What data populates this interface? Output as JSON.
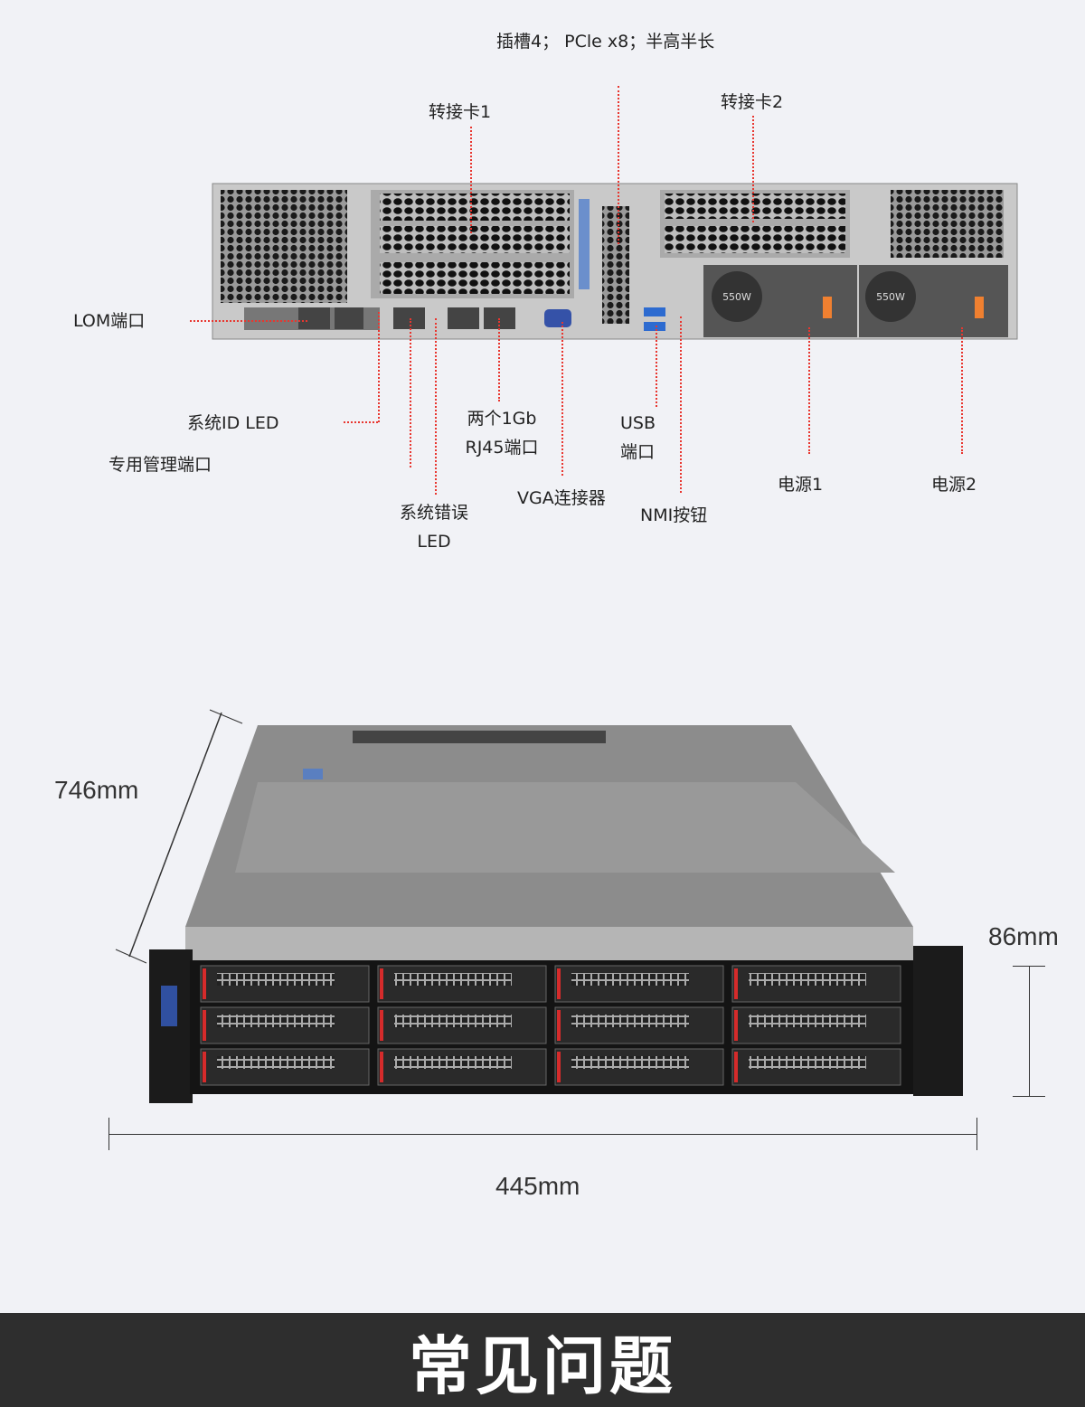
{
  "rear_labels": {
    "slot": "插槽4； PCle x8；半高半长",
    "riser1": "转接卡1",
    "riser2": "转接卡2",
    "lom": "LOM端口",
    "system_id_led": "系统ID LED",
    "mgmt_port": "专用管理端口",
    "rj45_line1": "两个1Gb",
    "rj45_line2": "RJ45端口",
    "usb_line1": "USB",
    "usb_line2": "端口",
    "vga": "VGA连接器",
    "nmi": "NMI按钮",
    "sys_err_line1": "系统错误",
    "sys_err_line2": "LED",
    "psu1": "电源1",
    "psu2": "电源2",
    "psu_rating": "550W"
  },
  "dimensions": {
    "depth": "746mm",
    "height": "86mm",
    "width": "445mm"
  },
  "faq": {
    "title": "常见问题"
  },
  "colors": {
    "accent": "#e8362f",
    "background": "#f1f2f6",
    "footer": "#2e2e2e"
  }
}
